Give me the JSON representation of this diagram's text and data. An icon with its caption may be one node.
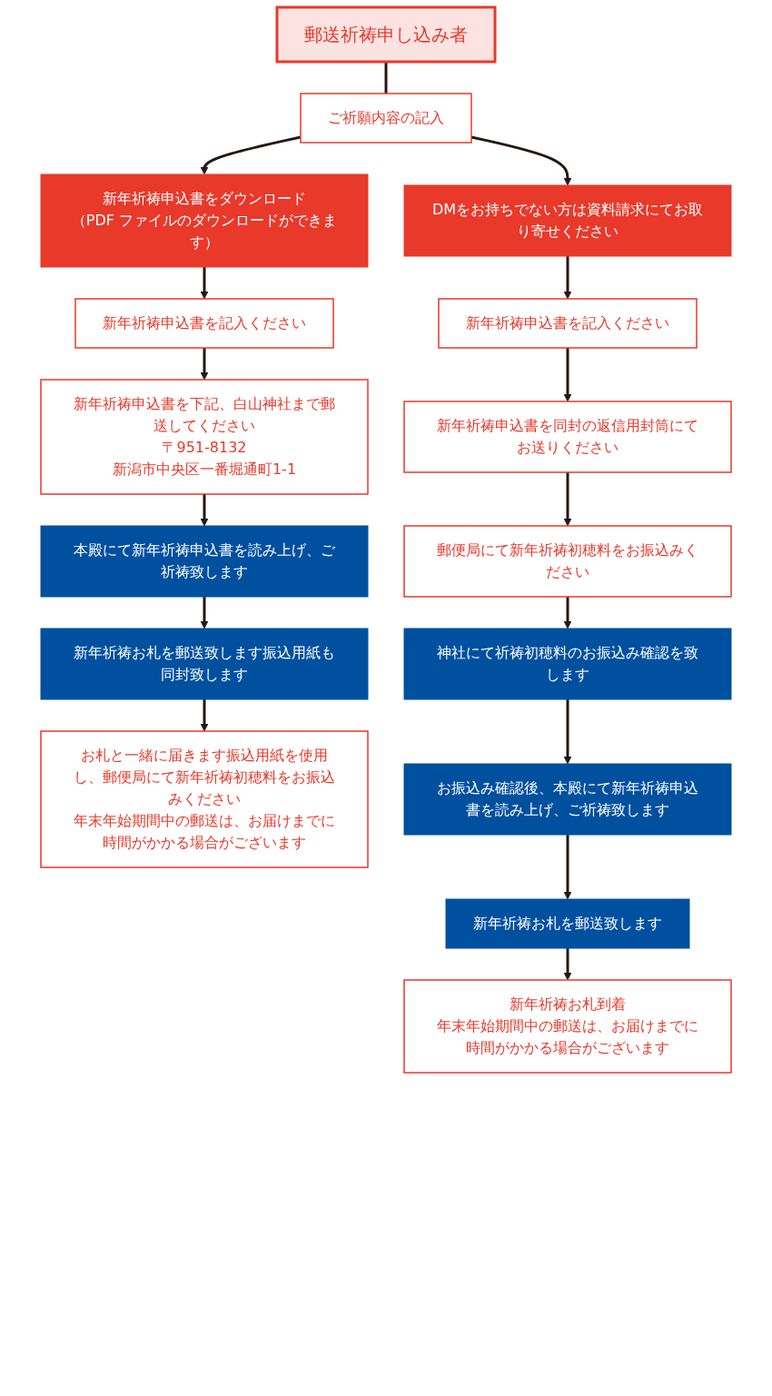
{
  "diagram": {
    "nodes": [
      {
        "text": [
          "郵送祈祷申し込み者"
        ]
      },
      {
        "text": [
          "ご祈願内容の記入"
        ]
      },
      {
        "text": [
          "新年祈祷申込書をダウンロード",
          "（PDF ファイルのダウンロードができます）"
        ]
      },
      {
        "text": [
          "DMをお持ちでない方は資料請求にてお取り寄せください"
        ]
      },
      {
        "text": [
          "新年祈祷申込書を記入ください"
        ]
      },
      {
        "text": [
          "新年祈祷申込書を記入ください"
        ]
      },
      {
        "text": [
          "新年祈祷申込書を下記、白山神社まで郵送してください",
          "〒951-8132",
          "新潟市中央区一番堀通町1-1"
        ]
      },
      {
        "text": [
          "新年祈祷申込書を同封の返信用封筒にてお送りください"
        ]
      },
      {
        "text": [
          "本殿にて新年祈祷申込書を読み上げ、ご祈祷致します"
        ]
      },
      {
        "text": [
          "郵便局にて新年祈祷初穂料をお振込みください"
        ]
      },
      {
        "text": [
          "新年祈祷お札を郵送致します振込用紙も同封致します"
        ]
      },
      {
        "text": [
          "神社にて祈祷初穂料のお振込み確認を致します"
        ]
      },
      {
        "text": [
          "お札と一緒に届きます振込用紙を使用し、郵便局にて新年祈祷初穂料をお振込みください",
          "年末年始期間中の郵送は、お届けまでに時間がかかる場合がございます"
        ]
      },
      {
        "text": [
          "お振込み確認後、本殿にて新年祈祷申込書を読み上げ、ご祈祷致します"
        ]
      },
      {
        "text": [
          "新年祈祷お札を郵送致します"
        ]
      },
      {
        "text": [
          "新年祈祷お札到着",
          "年末年始期間中の郵送は、お届けまでに時間がかかる場合がございます"
        ]
      }
    ],
    "edges": [
      {
        "from": 0,
        "to": 1,
        "arrow": "none"
      },
      {
        "from": 1,
        "to": 2,
        "arrow": "to"
      },
      {
        "from": 1,
        "to": 3,
        "arrow": "to"
      },
      {
        "from": 2,
        "to": 4,
        "arrow": "to"
      },
      {
        "from": 4,
        "to": 6,
        "arrow": "to"
      },
      {
        "from": 6,
        "to": 8,
        "arrow": "to"
      },
      {
        "from": 8,
        "to": 10,
        "arrow": "to"
      },
      {
        "from": 10,
        "to": 12,
        "arrow": "to"
      },
      {
        "from": 3,
        "to": 5,
        "arrow": "to"
      },
      {
        "from": 5,
        "to": 7,
        "arrow": "to"
      },
      {
        "from": 7,
        "to": 9,
        "arrow": "to"
      },
      {
        "from": 9,
        "to": 11,
        "arrow": "to"
      },
      {
        "from": 11,
        "to": 13,
        "arrow": "to"
      },
      {
        "from": 13,
        "to": 14,
        "arrow": "to"
      },
      {
        "from": 14,
        "to": 15,
        "arrow": "to"
      }
    ]
  }
}
